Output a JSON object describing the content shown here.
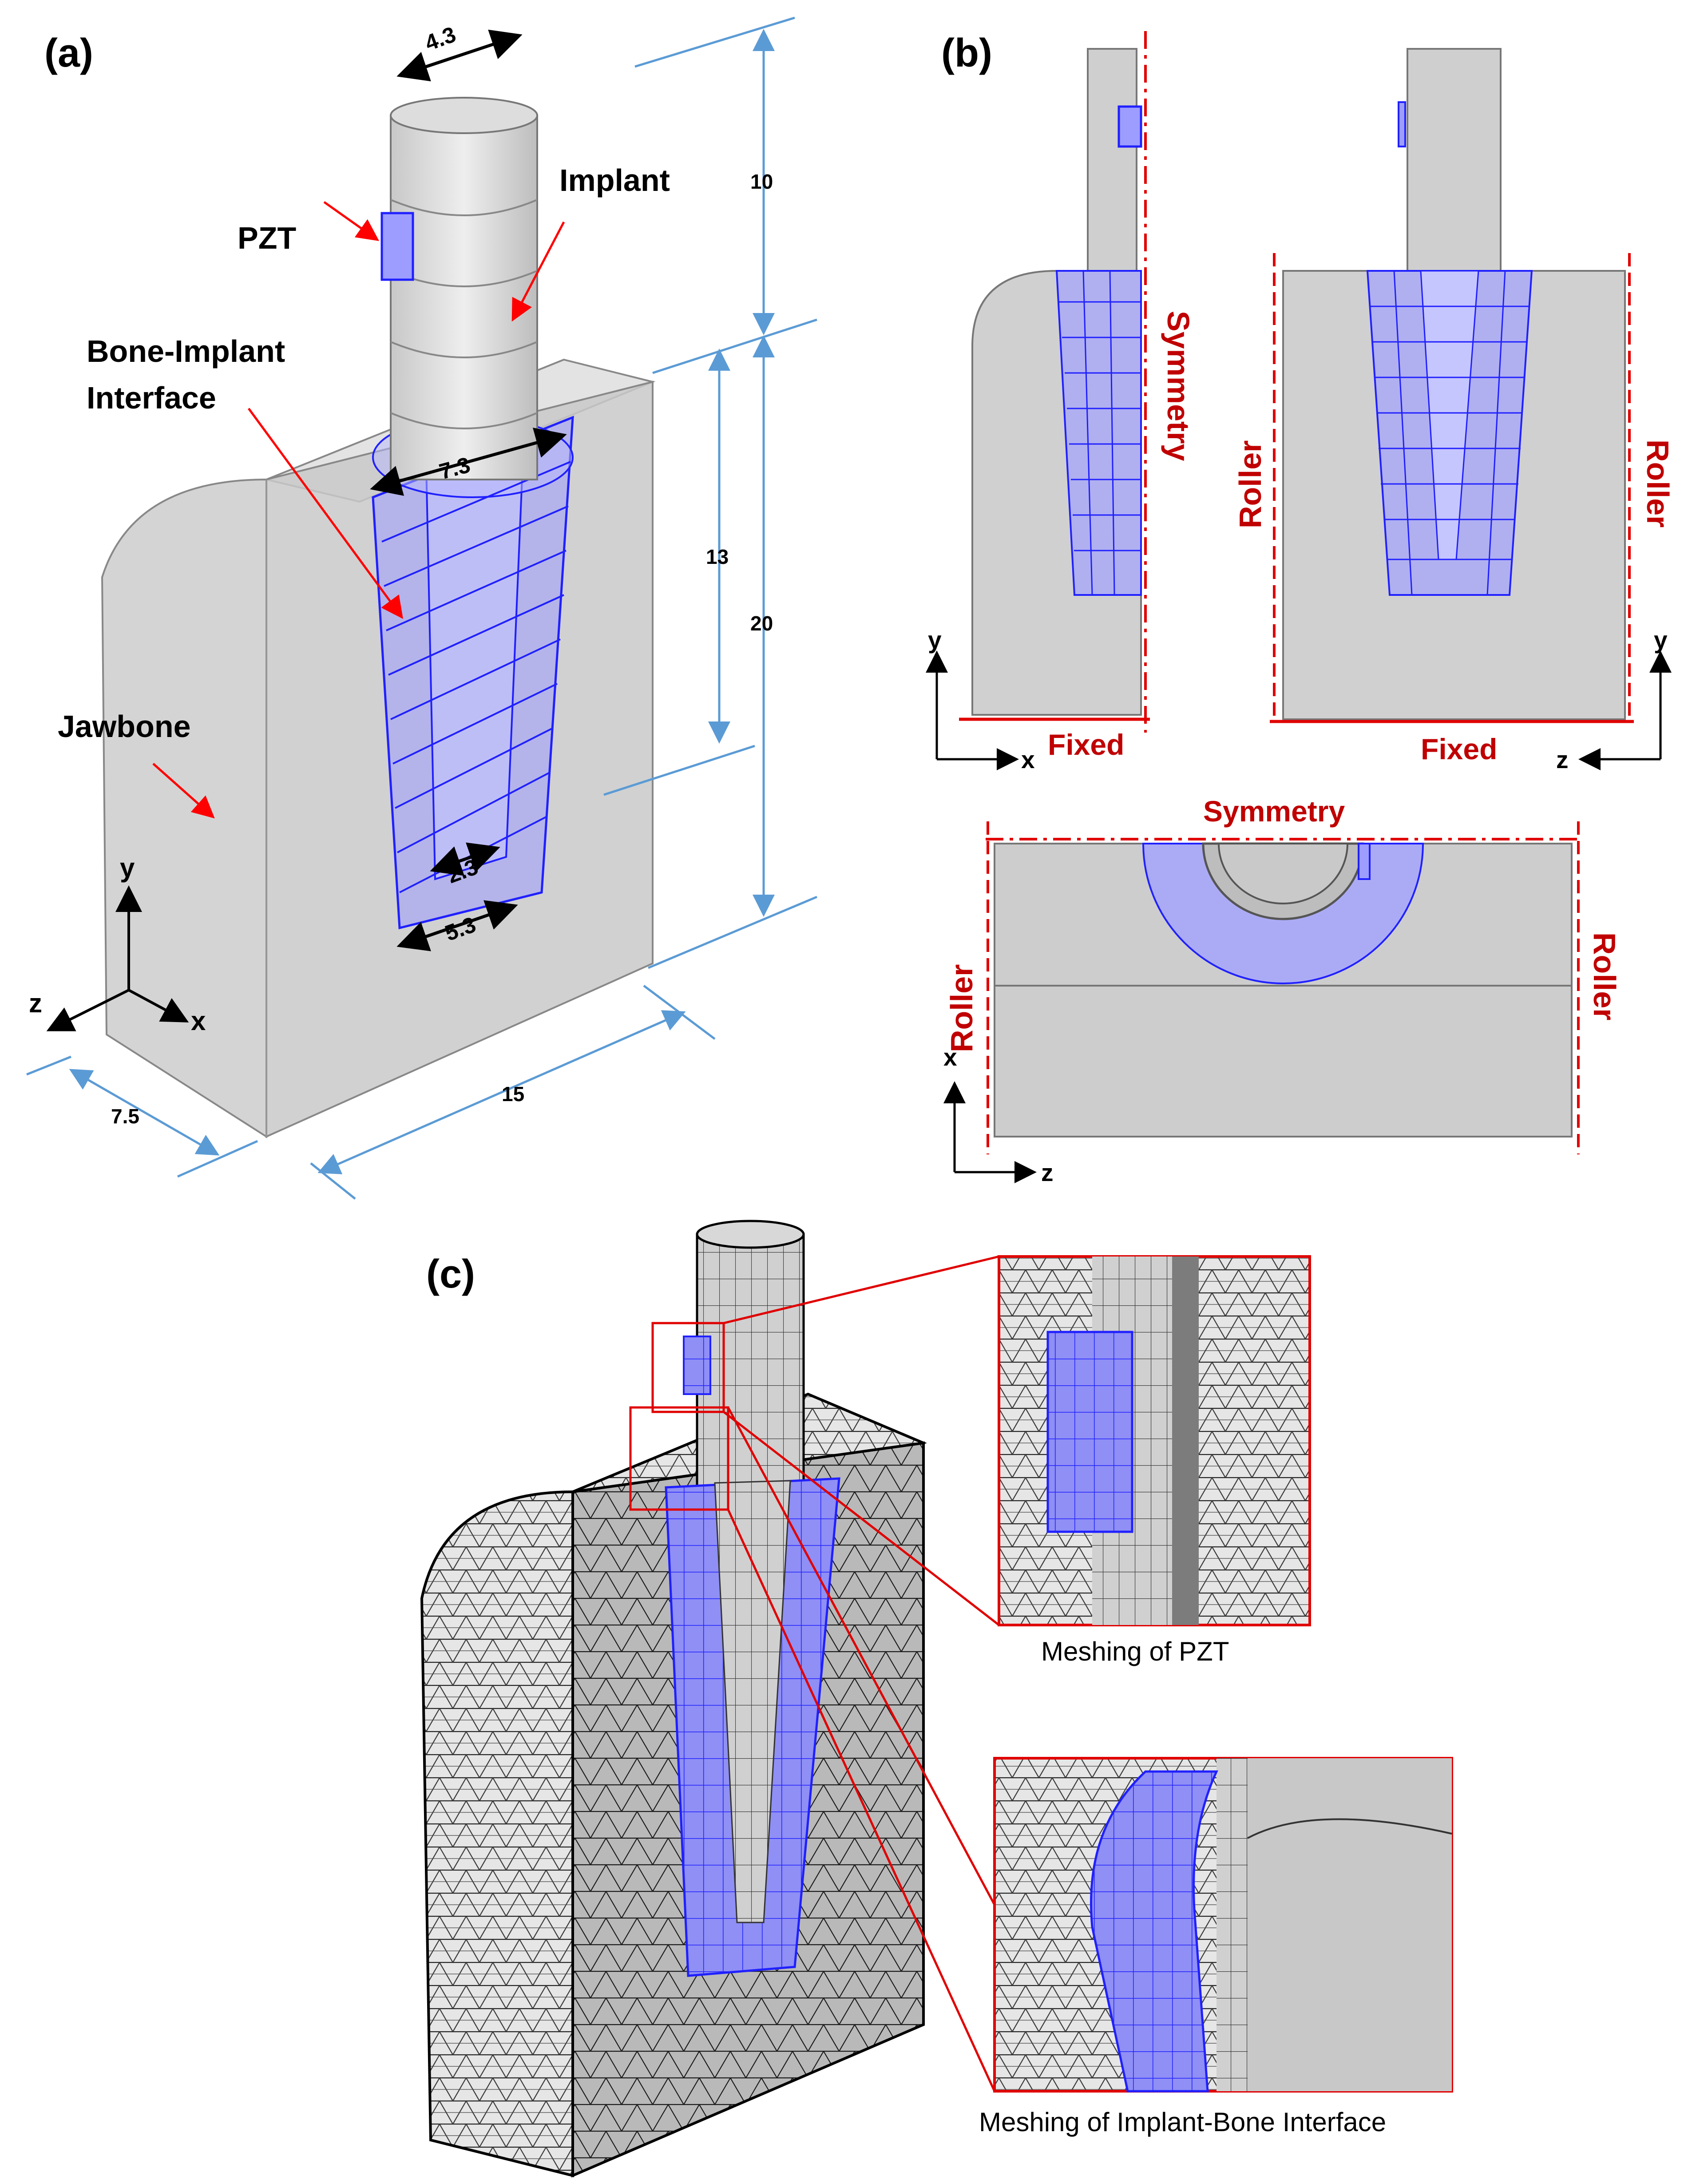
{
  "panels": {
    "a": {
      "label": "(a)",
      "components": {
        "pzt": "PZT",
        "implant": "Implant",
        "interface_line1": "Bone-Implant",
        "interface_line2": "Interface",
        "jawbone": "Jawbone"
      },
      "dimensions": {
        "d_top": "4.3",
        "d_height_implant": "10",
        "d_inner_top": "7.3",
        "d_depth": "13",
        "d_total": "20",
        "d_inner_bottom": "2.3",
        "d_outer_bottom": "5.3",
        "d_width_z": "7.5",
        "d_length": "15"
      },
      "axes": {
        "y": "y",
        "z": "z",
        "x": "x"
      }
    },
    "b": {
      "label": "(b)",
      "side_view": {
        "symmetry": "Symmetry",
        "fixed": "Fixed",
        "y": "y",
        "x": "x"
      },
      "front_view": {
        "roller_left": "Roller",
        "roller_right": "Roller",
        "fixed": "Fixed",
        "y": "y",
        "z": "z"
      },
      "top_view": {
        "symmetry": "Symmetry",
        "roller_left": "Roller",
        "roller_right": "Roller",
        "x": "x",
        "z": "z"
      }
    },
    "c": {
      "label": "(c)",
      "caption_pzt": "Meshing of PZT",
      "caption_interface": "Meshing of Implant-Bone Interface"
    }
  },
  "colors": {
    "mesh_blue": "#5a5aff",
    "boundary_red": "#e00000",
    "dimension_blue": "#5b9bd5",
    "arrow_red": "#ff0000",
    "bone_gray": "#d9d9d9"
  }
}
